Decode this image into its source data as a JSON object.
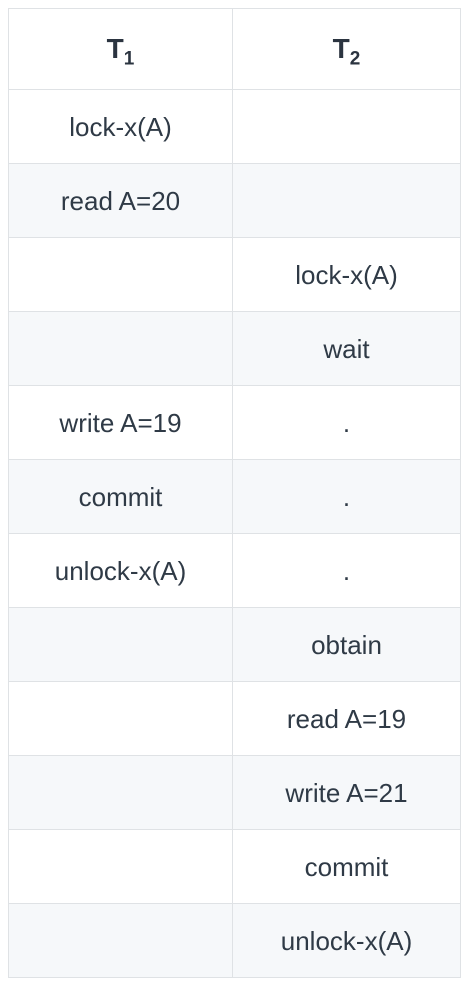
{
  "table": {
    "headers": [
      {
        "base": "T",
        "sub": "1"
      },
      {
        "base": "T",
        "sub": "2"
      }
    ],
    "rows": [
      [
        "lock-x(A)",
        ""
      ],
      [
        "read A=20",
        ""
      ],
      [
        "",
        "lock-x(A)"
      ],
      [
        "",
        "wait"
      ],
      [
        "write A=19",
        "."
      ],
      [
        "commit",
        "."
      ],
      [
        "unlock-x(A)",
        "."
      ],
      [
        "",
        "obtain"
      ],
      [
        "",
        "read A=19"
      ],
      [
        "",
        "write A=21"
      ],
      [
        "",
        "commit"
      ],
      [
        "",
        "unlock-x(A)"
      ]
    ]
  }
}
